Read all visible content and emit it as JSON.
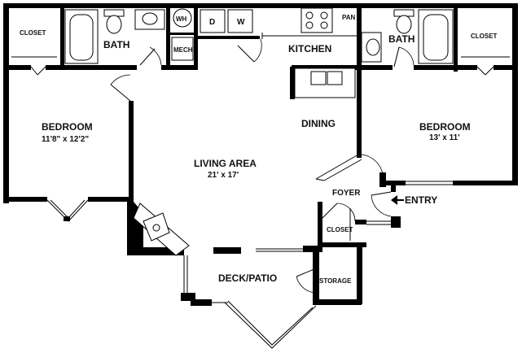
{
  "plan": {
    "rooms": {
      "closet_left": "CLOSET",
      "bath_left": "BATH",
      "wh": "WH",
      "mech": "MECH",
      "dryer": "D",
      "washer": "W",
      "pan": "PAN",
      "kitchen": "KITCHEN",
      "bath_right": "BATH",
      "closet_right": "CLOSET",
      "bedroom_left": "BEDROOM",
      "bedroom_left_dim": "11'8\" x 12'2\"",
      "dining": "DINING",
      "bedroom_right": "BEDROOM",
      "bedroom_right_dim": "13' x 11'",
      "living": "LIVING AREA",
      "living_dim": "21' x 17'",
      "foyer": "FOYER",
      "entry": "ENTRY",
      "closet_foyer": "CLOSET",
      "deck": "DECK/PATIO",
      "storage": "STORAGE"
    }
  }
}
